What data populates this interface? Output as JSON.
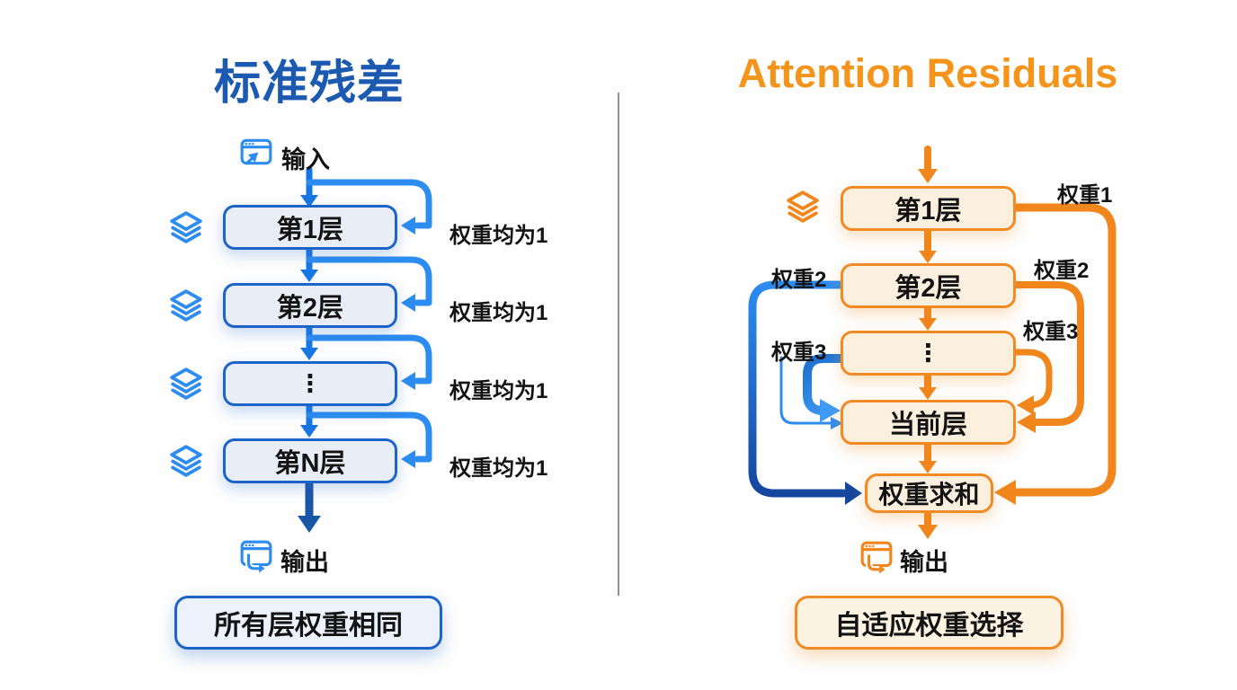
{
  "colors": {
    "blue_title": "#1B5AB0",
    "blue": "#2D8CF0",
    "blue_mid": "#1876E4",
    "blue_dark": "#1A55A8",
    "blue_deep": "#16479E",
    "blue_border": "#1C64C8",
    "blue_fill": "#E9EEF6",
    "blue_panel_fill": "#EBF2FB",
    "orange": "#F0861C",
    "orange_title": "#F5941A",
    "orange_border": "#EF8A25",
    "orange_fill": "#FBEFDE",
    "orange_panel_fill": "#FDF3E3",
    "divider": "#8C9096",
    "text": "#131313"
  },
  "left": {
    "title": "标准残差",
    "input_label": "输入",
    "layers": [
      {
        "label": "第1层",
        "weight": "权重均为1"
      },
      {
        "label": "第2层",
        "weight": "权重均为1"
      },
      {
        "label": "⋮",
        "weight": "权重均为1"
      },
      {
        "label": "第N层",
        "weight": "权重均为1"
      }
    ],
    "output_label": "输出",
    "summary": "所有层权重相同"
  },
  "right": {
    "title": "Attention Residuals",
    "layers": [
      {
        "label": "第1层"
      },
      {
        "label": "第2层"
      },
      {
        "label": "⋮"
      },
      {
        "label": "当前层"
      },
      {
        "label": "权重求和"
      }
    ],
    "weights_right": [
      "权重1",
      "权重2",
      "权重3"
    ],
    "weights_left": [
      "权重2",
      "权重3"
    ],
    "output_label": "输出",
    "summary": "自适应权重选择"
  }
}
